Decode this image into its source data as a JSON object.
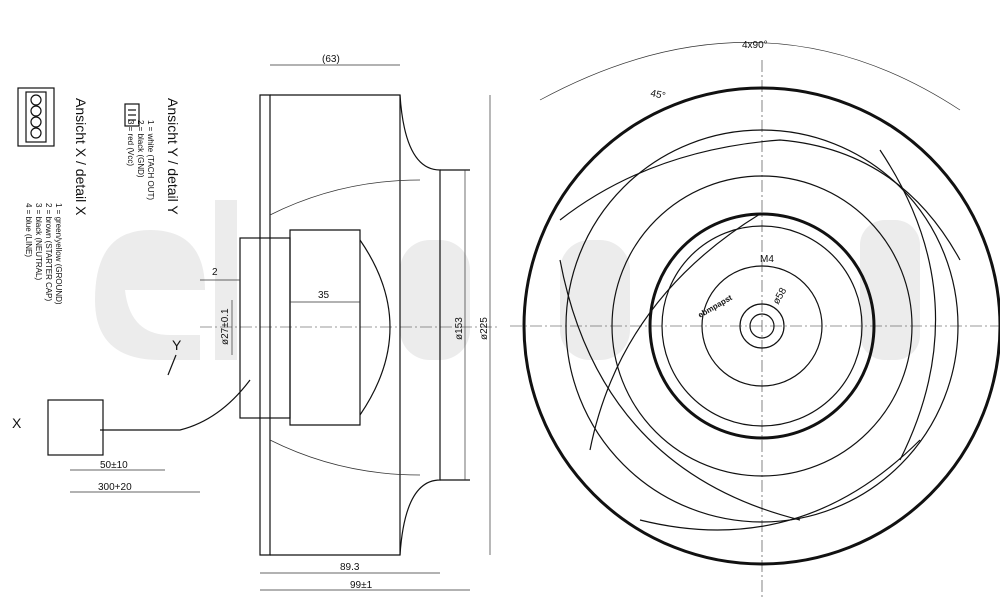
{
  "watermark": "ebmpapst",
  "legend_y": {
    "title": "Ansicht Y / detail Y",
    "pins": [
      "1 = white  (TACH OUT)",
      "2 = black  (GND)",
      "3 = red    (Vcc)"
    ]
  },
  "legend_x": {
    "title": "Ansicht X / detail X",
    "pins": [
      "1 = green/yellow  (GROUND)",
      "2 = brown          (STARTER CAP)",
      "3 = black          (NEUTRAL)",
      "4 = blue           (LINE)"
    ]
  },
  "side_view": {
    "dim_top": "(63)",
    "dim_2": "2",
    "dim_35": "35",
    "dim_hub_dia": "ø27±0.1",
    "dim_153": "ø153",
    "dim_225": "ø225",
    "dim_893": "89.3",
    "dim_99": "99±1",
    "cable_50": "50±10",
    "cable_300": "300+20",
    "marker_x": "X",
    "marker_y": "Y"
  },
  "front_view": {
    "dim_angle": "4x90°",
    "dim_45": "45°",
    "dim_m4": "M4",
    "dim_58": "ø58",
    "logo": "ebmpapst"
  }
}
